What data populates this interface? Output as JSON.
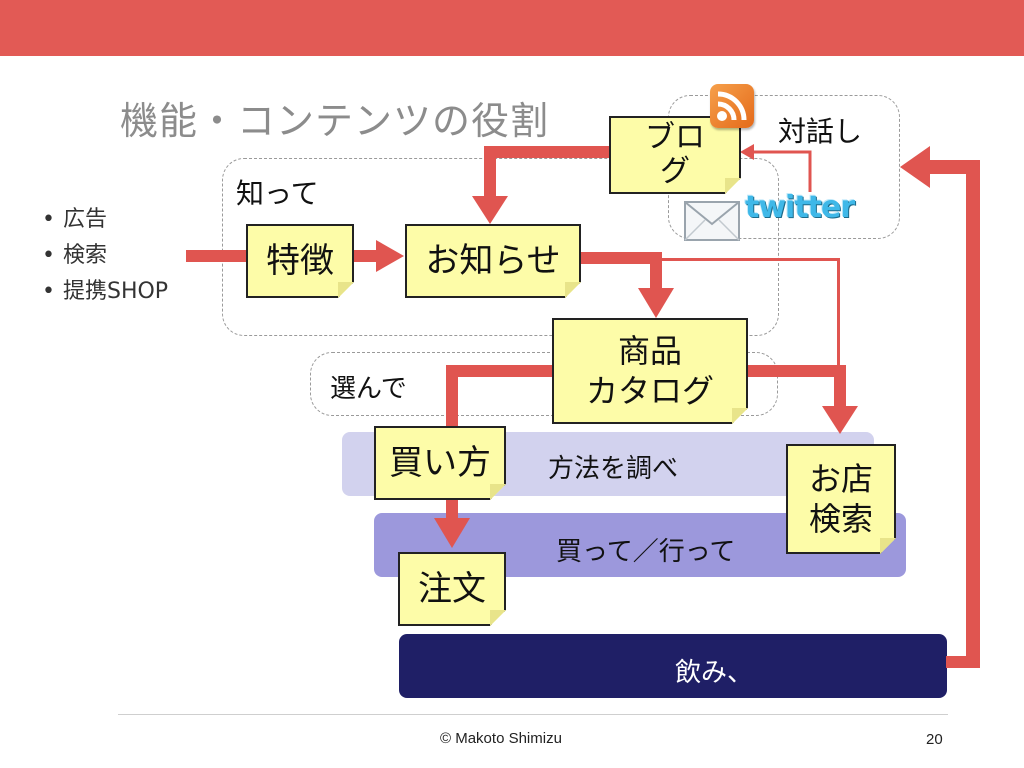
{
  "slide": {
    "title": "機能・コンテンツの役割",
    "bullets": [
      "広告",
      "検索",
      "提携SHOP"
    ],
    "footer": {
      "copyright": "© Makoto Shimizu",
      "page_number": "20"
    }
  },
  "groups": {
    "know": "知って",
    "choose": "選んで",
    "dialogue": "対話し"
  },
  "bands": {
    "research": "方法を調べ",
    "buy": "買って／行って",
    "drink": "飲み、"
  },
  "notes": {
    "features": "特徴",
    "news": "お知らせ",
    "blog": "ブロ\nグ",
    "catalog": "商品\nカタログ",
    "how_to_buy": "買い方",
    "order": "注文",
    "store_search": "お店\n検索"
  },
  "icons": {
    "rss": "rss-icon",
    "mail": "mail-icon",
    "twitter": "twitter"
  },
  "colors": {
    "top_bar": "#e25a55",
    "arrow": "#e05550",
    "note_fill": "#fdfca8",
    "band_research": "#d2d2ee",
    "band_buy": "#9c98dc",
    "band_drink": "#1f1f66"
  }
}
